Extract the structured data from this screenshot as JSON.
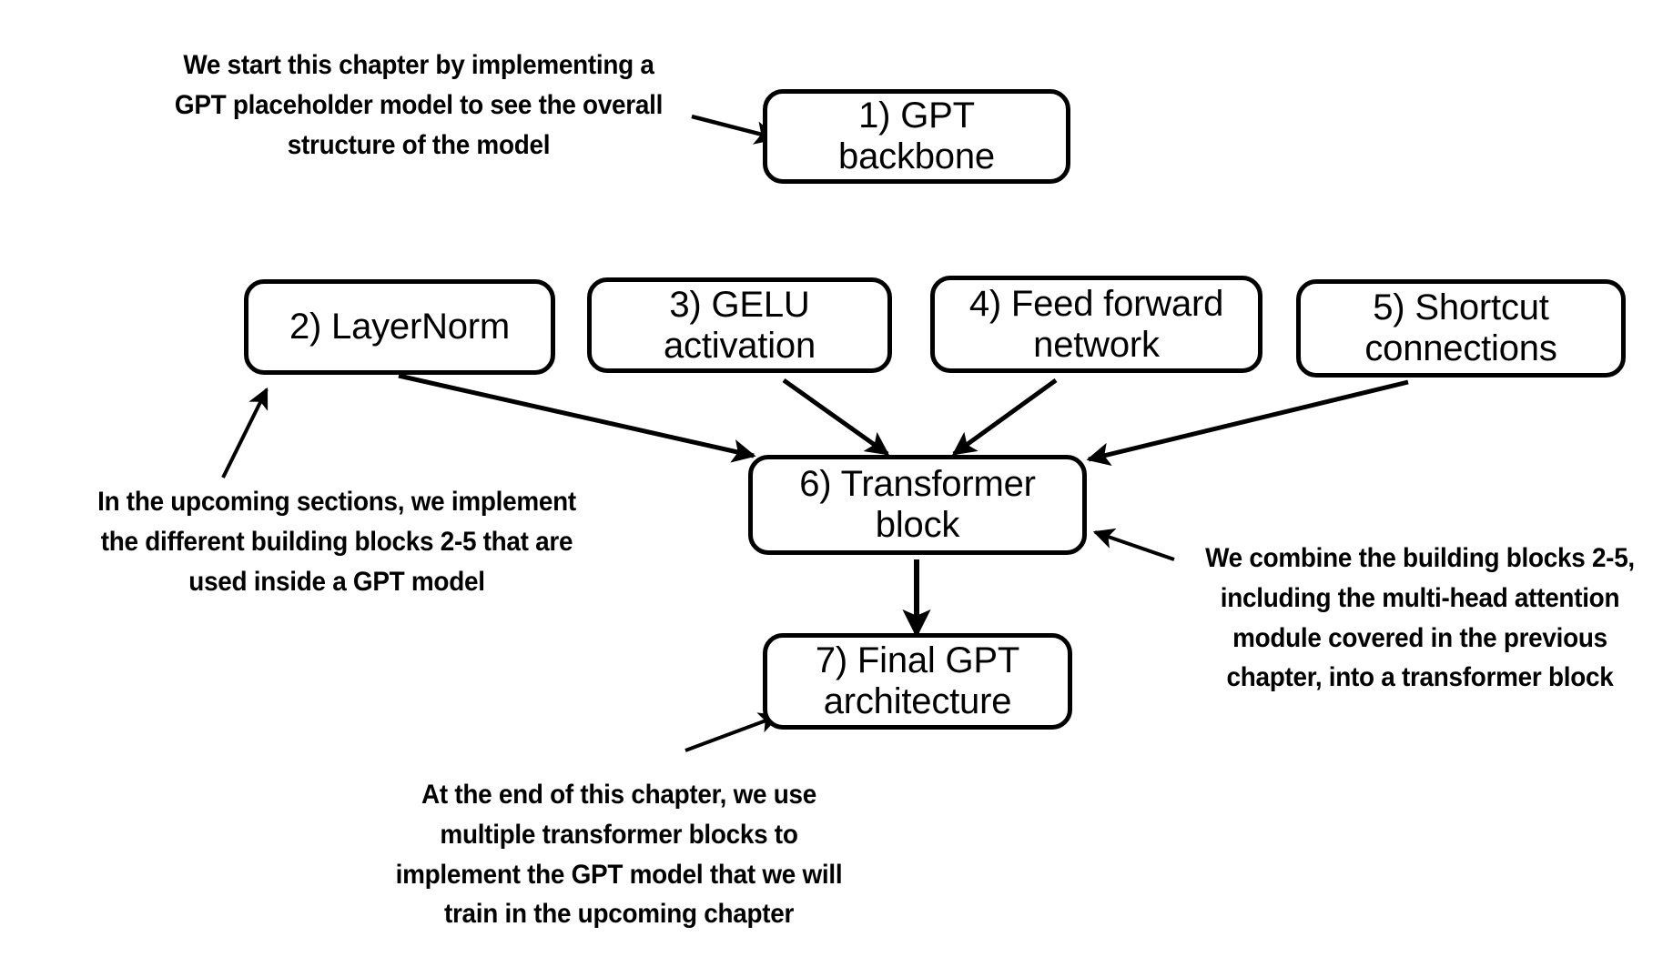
{
  "diagram": {
    "title": "Chapter overview: building a GPT model",
    "background_color": "#ffffff",
    "stroke_color": "#000000",
    "text_color": "#000000"
  },
  "nodes": [
    {
      "id": "gpt-backbone",
      "label": "1) GPT\nbackbone"
    },
    {
      "id": "layernorm",
      "label": "2) LayerNorm"
    },
    {
      "id": "gelu-activation",
      "label": "3) GELU\nactivation"
    },
    {
      "id": "feed-forward",
      "label": "4) Feed forward\nnetwork"
    },
    {
      "id": "shortcut-connections",
      "label": "5) Shortcut\nconnections"
    },
    {
      "id": "transformer-block",
      "label": "6) Transformer\nblock"
    },
    {
      "id": "final-gpt",
      "label": "7) Final GPT\narchitecture"
    }
  ],
  "notes": [
    {
      "id": "note-top-left",
      "text": "We start this chapter by implementing a\nGPT placeholder model to see the overall\nstructure of the model"
    },
    {
      "id": "note-left",
      "text": "In the upcoming sections, we implement\nthe different building blocks 2-5 that are\nused inside a GPT model"
    },
    {
      "id": "note-right",
      "text": "We combine the building blocks 2-5,\nincluding the multi-head attention\nmodule covered in the previous\nchapter, into a transformer block"
    },
    {
      "id": "note-bottom",
      "text": "At the end of this chapter, we use\nmultiple transformer blocks to\nimplement the GPT model that we will\ntrain in the upcoming chapter"
    }
  ],
  "edges": [
    {
      "id": "edge-note-top-left-to-gpt-backbone",
      "from": "note-top-left",
      "to": "gpt-backbone"
    },
    {
      "id": "edge-layernorm-to-transformer-block",
      "from": "layernorm",
      "to": "transformer-block"
    },
    {
      "id": "edge-gelu-to-transformer-block",
      "from": "gelu-activation",
      "to": "transformer-block"
    },
    {
      "id": "edge-feedforward-to-transformer-block",
      "from": "feed-forward",
      "to": "transformer-block"
    },
    {
      "id": "edge-shortcut-to-transformer-block",
      "from": "shortcut-connections",
      "to": "transformer-block"
    },
    {
      "id": "edge-transformer-block-to-final-gpt",
      "from": "transformer-block",
      "to": "final-gpt"
    },
    {
      "id": "edge-note-left-to-layernorm",
      "from": "note-left",
      "to": "layernorm"
    },
    {
      "id": "edge-note-right-to-transformer-block",
      "from": "note-right",
      "to": "transformer-block"
    },
    {
      "id": "edge-note-bottom-to-final-gpt",
      "from": "note-bottom",
      "to": "final-gpt"
    }
  ]
}
